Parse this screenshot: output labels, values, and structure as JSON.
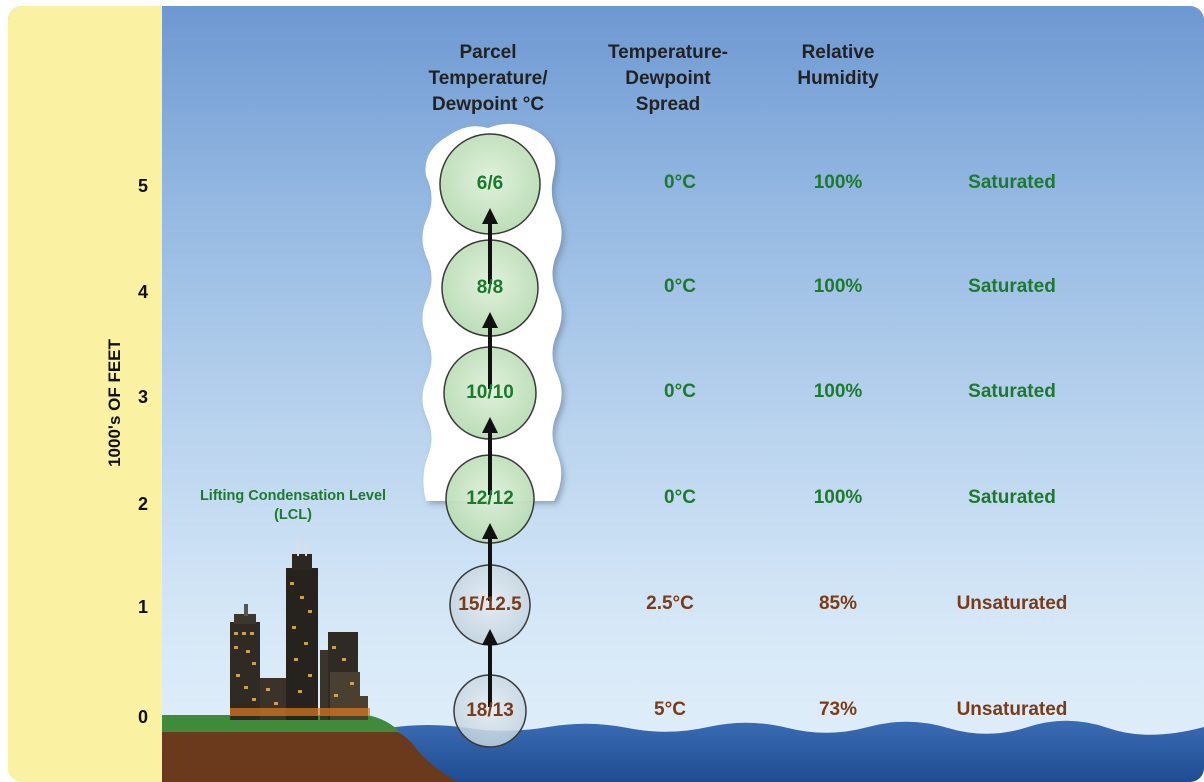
{
  "axis": {
    "title": "1000's OF FEET",
    "ticks": [
      "0",
      "1",
      "2",
      "3",
      "4",
      "5"
    ]
  },
  "headers": {
    "parcel": [
      "Parcel",
      "Temperature/",
      "Dewpoint °C"
    ],
    "spread": [
      "Temperature-",
      "Dewpoint",
      "Spread"
    ],
    "humidity": [
      "Relative",
      "Humidity"
    ]
  },
  "lcl_label": [
    "Lifting Condensation Level",
    "(LCL)"
  ],
  "rows": [
    {
      "altitude": "5",
      "parcel": "6/6",
      "spread": "0°C",
      "humidity": "100%",
      "state": "Saturated"
    },
    {
      "altitude": "4",
      "parcel": "8/8",
      "spread": "0°C",
      "humidity": "100%",
      "state": "Saturated"
    },
    {
      "altitude": "3",
      "parcel": "10/10",
      "spread": "0°C",
      "humidity": "100%",
      "state": "Saturated"
    },
    {
      "altitude": "2",
      "parcel": "12/12",
      "spread": "0°C",
      "humidity": "100%",
      "state": "Saturated"
    },
    {
      "altitude": "1",
      "parcel": "15/12.5",
      "spread": "2.5°C",
      "humidity": "85%",
      "state": "Unsaturated"
    },
    {
      "altitude": "0",
      "parcel": "18/13",
      "spread": "5°C",
      "humidity": "73%",
      "state": "Unsaturated"
    }
  ],
  "colors": {
    "saturated_text": "#1c7a2d",
    "unsaturated_text": "#7a3c18",
    "axis_strip": "#fbf1a3",
    "water": "#2f5fa6",
    "ground": "#6b3a1c"
  }
}
